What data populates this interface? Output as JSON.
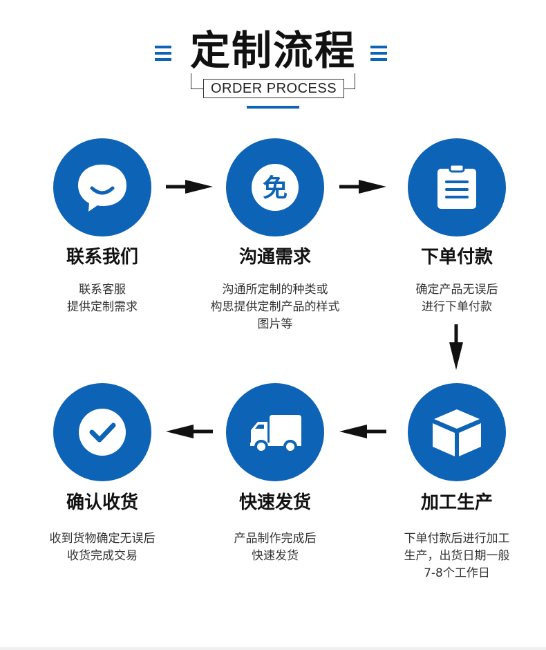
{
  "header": {
    "title": "定制流程",
    "subtitle": "ORDER PROCESS"
  },
  "colors": {
    "accent": "#0d63b5",
    "text": "#111111"
  },
  "steps": [
    {
      "title": "联系我们",
      "desc": [
        "联系客服",
        "提供定制需求"
      ],
      "icon": "chat-bubble-icon"
    },
    {
      "title": "沟通需求",
      "desc": [
        "沟通所定制的种类或",
        "构思提供定制产品的样式",
        "图片等"
      ],
      "icon": "free-badge-icon",
      "icon_text": "免"
    },
    {
      "title": "下单付款",
      "desc": [
        "确定产品无误后",
        "进行下单付款"
      ],
      "icon": "clipboard-icon"
    },
    {
      "title": "加工生产",
      "desc": [
        "下单付款后进行加工",
        "生产，出货日期一般",
        "7-8个工作日"
      ],
      "icon": "box-icon"
    },
    {
      "title": "快速发货",
      "desc": [
        "产品制作完成后",
        "快速发货"
      ],
      "icon": "truck-icon"
    },
    {
      "title": "确认收货",
      "desc": [
        "收到货物确定无误后",
        "收货完成交易"
      ],
      "icon": "check-circle-icon"
    }
  ]
}
